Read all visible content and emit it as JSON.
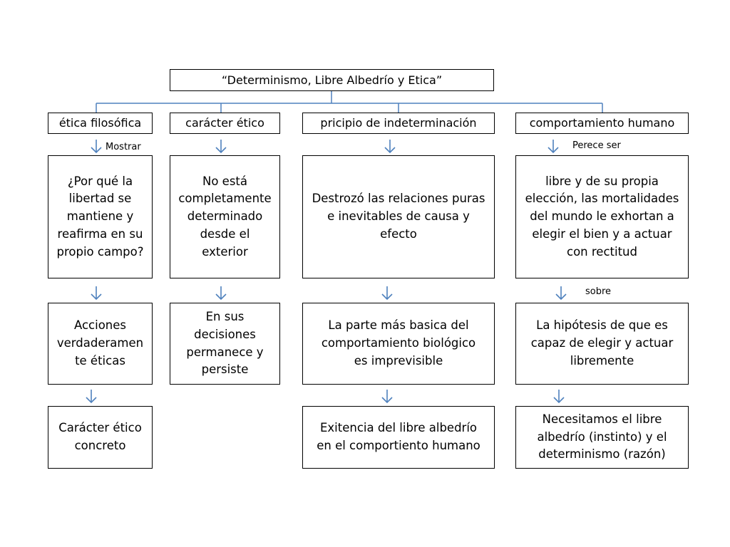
{
  "title": "“Determinismo, Libre Albedrío y Etica”",
  "columns": [
    {
      "header": "ética filosófica",
      "label1": "Mostrar",
      "box1": "¿Por qué la\nlibertad se\nmantiene y\nreafirma en su\npropio campo?",
      "box2": "Acciones\nverdaderamen\nte éticas",
      "box3": "Carácter ético\nconcreto"
    },
    {
      "header": "carácter ético",
      "box1": "No está\ncompletamente\ndeterminado\ndesde el\nexterior",
      "box2": "En sus\ndecisiones\npermanece y\npersiste"
    },
    {
      "header": "pricipio de indeterminación",
      "box1": "Destrozó las relaciones puras\ne inevitables de causa y\nefecto",
      "box2": "La parte más basica del\ncomportamiento biológico\nes imprevisible",
      "box3": "Exitencia del libre albedrío\nen el comportiento humano"
    },
    {
      "header": "comportamiento humano",
      "label1": "Perece ser",
      "box1": "libre y de su propia\nelección, las mortalidades\ndel mundo le exhortan a\nelegir el bien y a actuar\ncon rectitud",
      "label2": "sobre",
      "box2": "La hipótesis de que es\ncapaz de elegir y actuar\nlibremente",
      "box3": "Necesitamos el libre\nalbedrío (instinto) y el\ndeterminismo (razón)"
    }
  ],
  "colors": {
    "connector": "#4f81bd",
    "border": "#000000"
  }
}
